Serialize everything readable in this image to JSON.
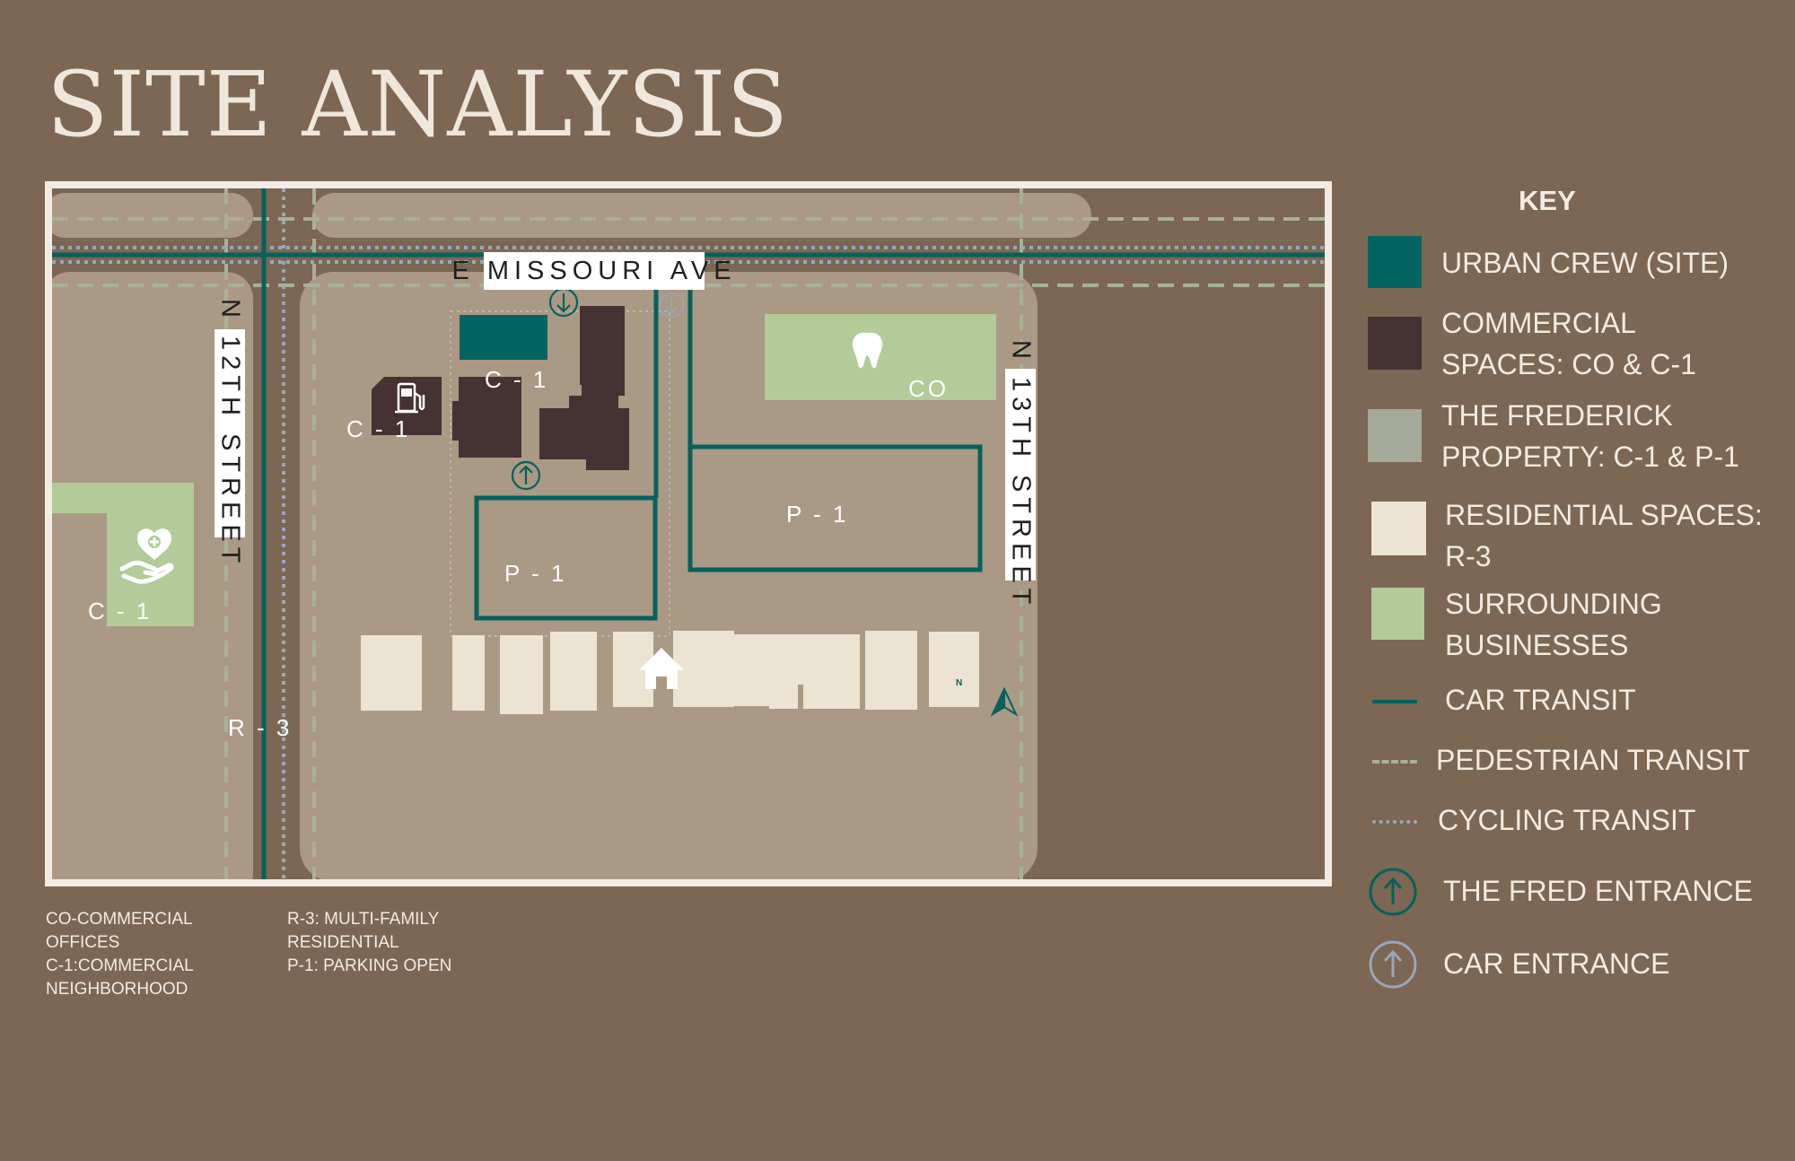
{
  "title": "SITE ANALYSIS",
  "colors": {
    "background": "#7b6753",
    "block": "#aa9984",
    "urban_crew_site": "#036461",
    "commercial": "#463232",
    "frederick_property": "#a4a999",
    "residential": "#ede3d2",
    "surrounding_business": "#b2cb98",
    "car_transit": "#06615d",
    "pedestrian_transit": "#a9b09a",
    "cycling_transit": "#9aa6b9",
    "map_frame": "#f1ebe4"
  },
  "map": {
    "streets": {
      "top": "E MISSOURI AVE",
      "left": "N 12TH STREET",
      "right": "N 13TH STREET"
    },
    "labels": {
      "gas_station": "C - 1",
      "commercial_center": "C - 1",
      "office": "CO",
      "parking_center": "P - 1",
      "parking_right": "P - 1",
      "healthcare": "C - 1",
      "residential": "R - 3"
    },
    "compass": "N",
    "icons": [
      "gas-pump-icon",
      "tooth-icon",
      "heart-hand-icon",
      "house-icon",
      "north-arrow-icon",
      "entrance-arrow-icon"
    ]
  },
  "key": {
    "heading": "KEY",
    "items": [
      {
        "type": "urban_crew_site",
        "label_lines": [
          "URBAN CREW (SITE)"
        ]
      },
      {
        "type": "commercial",
        "label_lines": [
          "COMMERCIAL",
          "SPACES: CO & C-1"
        ]
      },
      {
        "type": "frederick_property",
        "label_lines": [
          "THE FREDERICK",
          "PROPERTY: C-1 & P-1"
        ]
      },
      {
        "type": "residential",
        "label_lines": [
          "RESIDENTIAL SPACES:",
          "R-3"
        ]
      },
      {
        "type": "surrounding_business",
        "label_lines": [
          "SURROUNDING",
          "BUSINESSES"
        ]
      },
      {
        "type": "car_transit",
        "label_lines": [
          "CAR TRANSIT"
        ]
      },
      {
        "type": "pedestrian_transit",
        "label_lines": [
          "PEDESTRIAN TRANSIT"
        ]
      },
      {
        "type": "cycling_transit",
        "label_lines": [
          "CYCLING TRANSIT"
        ]
      },
      {
        "type": "fred_entrance",
        "label_lines": [
          "THE FRED ENTRANCE"
        ]
      },
      {
        "type": "car_entrance",
        "label_lines": [
          "CAR ENTRANCE"
        ]
      }
    ]
  },
  "notes": {
    "col1": [
      "CO-COMMERCIAL",
      "OFFICES",
      "C-1:COMMERCIAL",
      "NEIGHBORHOOD"
    ],
    "col2": [
      "R-3: MULTI-FAMILY",
      "RESIDENTIAL",
      "P-1: PARKING OPEN"
    ]
  }
}
